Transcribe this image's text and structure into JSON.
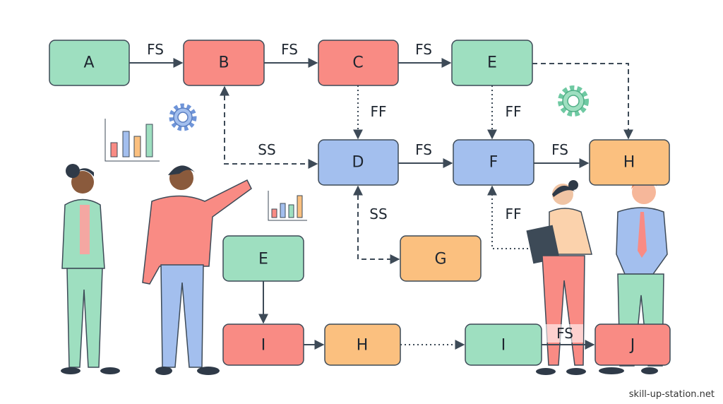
{
  "colors": {
    "green": "#9edfc0",
    "red": "#f98b84",
    "blue": "#a3bfee",
    "orange": "#fbc07f",
    "stroke": "#3d4a57"
  },
  "nodes": {
    "A": "A",
    "B": "B",
    "C": "C",
    "E": "E",
    "D": "D",
    "F": "F",
    "H": "H",
    "G": "G",
    "E2": "E",
    "I": "I",
    "H2": "H",
    "I2": "I",
    "J": "J"
  },
  "edges": {
    "a_b": "FS",
    "b_c": "FS",
    "c_e": "FS",
    "c_d": "FF",
    "e_f": "FF",
    "b_d": "SS",
    "d_f": "FS",
    "f_h": "FS",
    "d_g": "SS",
    "f_ff": "FF",
    "i2_j": "FS"
  },
  "watermark": "skill-up-station.net"
}
